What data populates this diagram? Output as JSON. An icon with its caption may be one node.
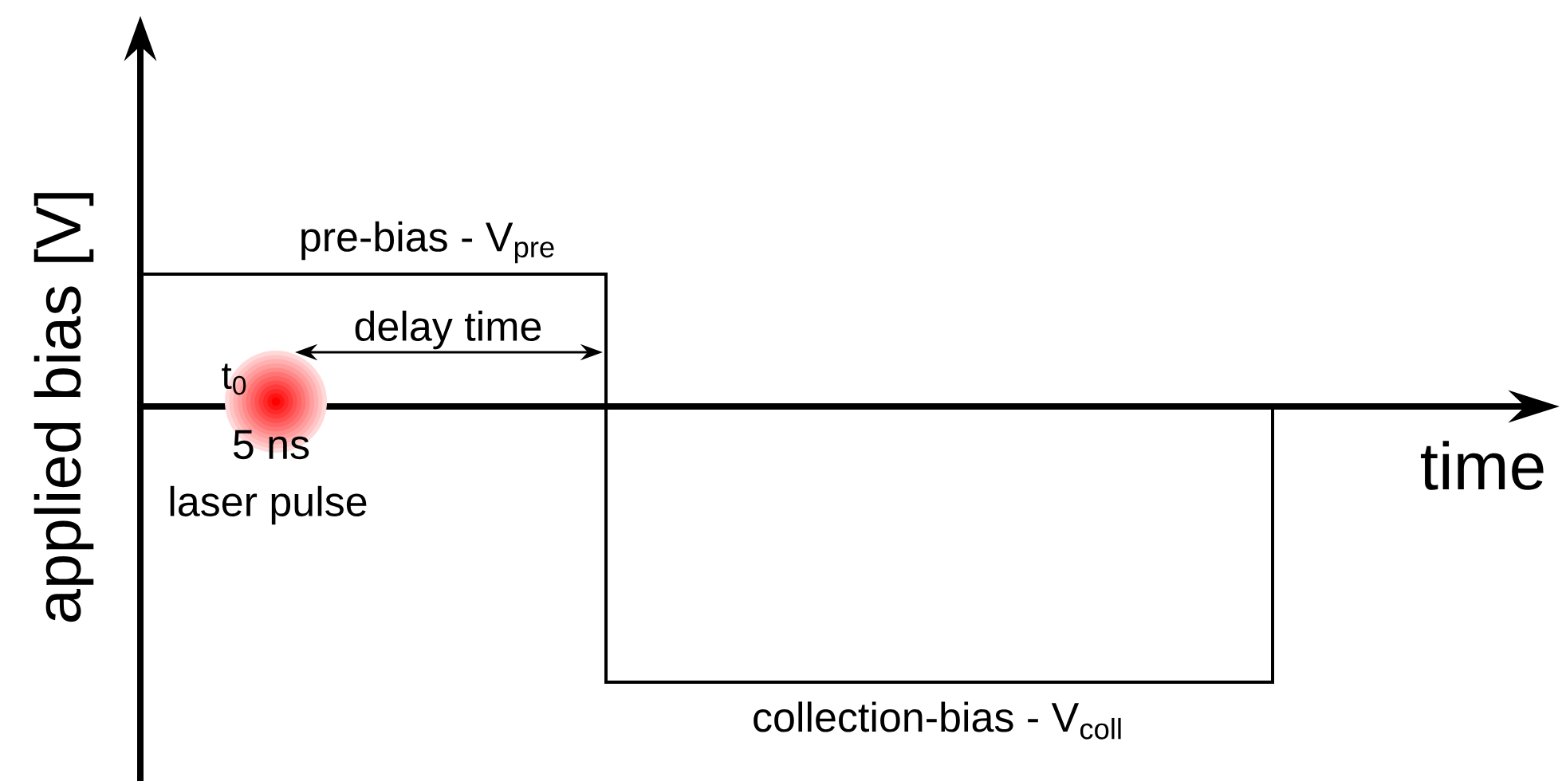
{
  "diagram": {
    "labels": [
      "applied bias [V]",
      "pre-bias - V$_{pre}$",
      "delay time",
      "t$_{0}$",
      "5 ns",
      "laser pulse",
      "time",
      "collection-bias - V$_{coll}$"
    ]
  }
}
